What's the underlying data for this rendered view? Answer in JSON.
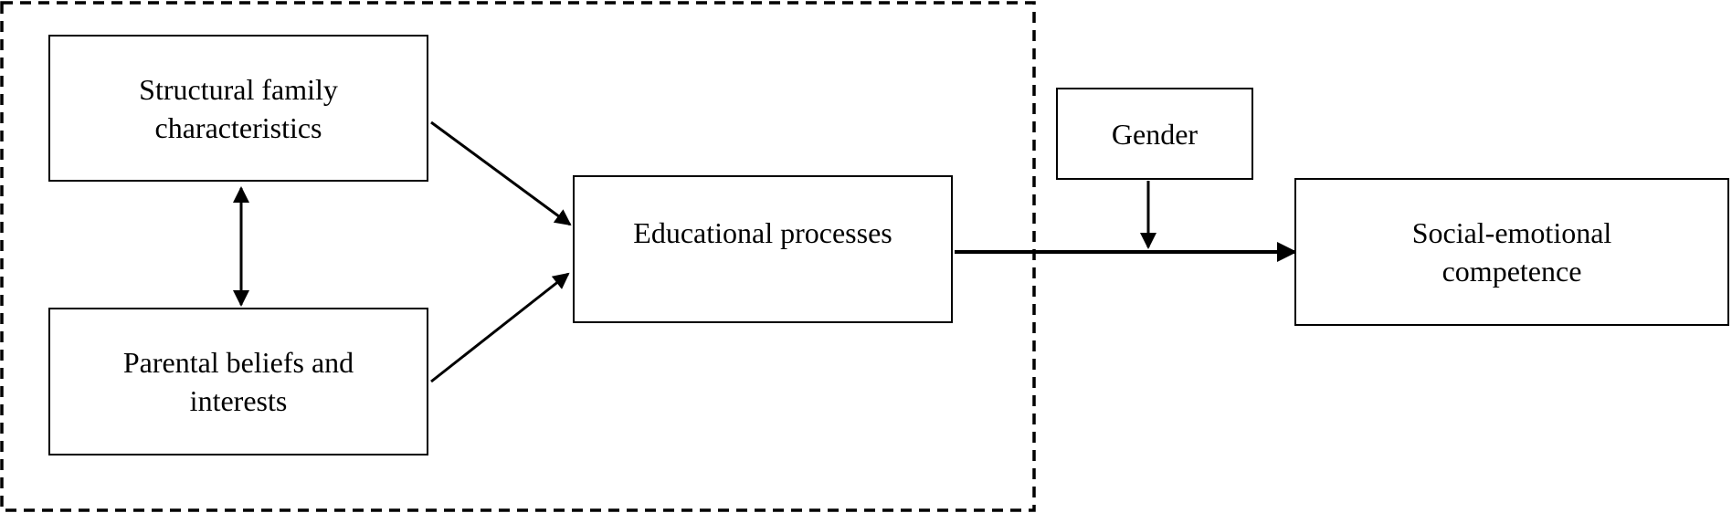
{
  "diagram": {
    "nodes": {
      "structural": {
        "label": "Structural family characteristics"
      },
      "parental": {
        "label": "Parental beliefs and interests"
      },
      "educational": {
        "label": "Educational processes"
      },
      "gender": {
        "label": "Gender"
      },
      "social": {
        "label": "Social-emotional competence"
      }
    },
    "edges": [
      {
        "from": "structural",
        "to": "parental",
        "kind": "bidirectional"
      },
      {
        "from": "structural",
        "to": "educational",
        "kind": "directed"
      },
      {
        "from": "parental",
        "to": "educational",
        "kind": "directed"
      },
      {
        "from": "educational",
        "to": "social",
        "kind": "directed"
      },
      {
        "from": "gender",
        "to": "educational-social-path",
        "kind": "moderation"
      }
    ],
    "group": {
      "members": [
        "structural",
        "parental",
        "educational"
      ],
      "style": "dashed"
    },
    "colors": {
      "stroke": "#000000",
      "background": "#ffffff"
    }
  }
}
